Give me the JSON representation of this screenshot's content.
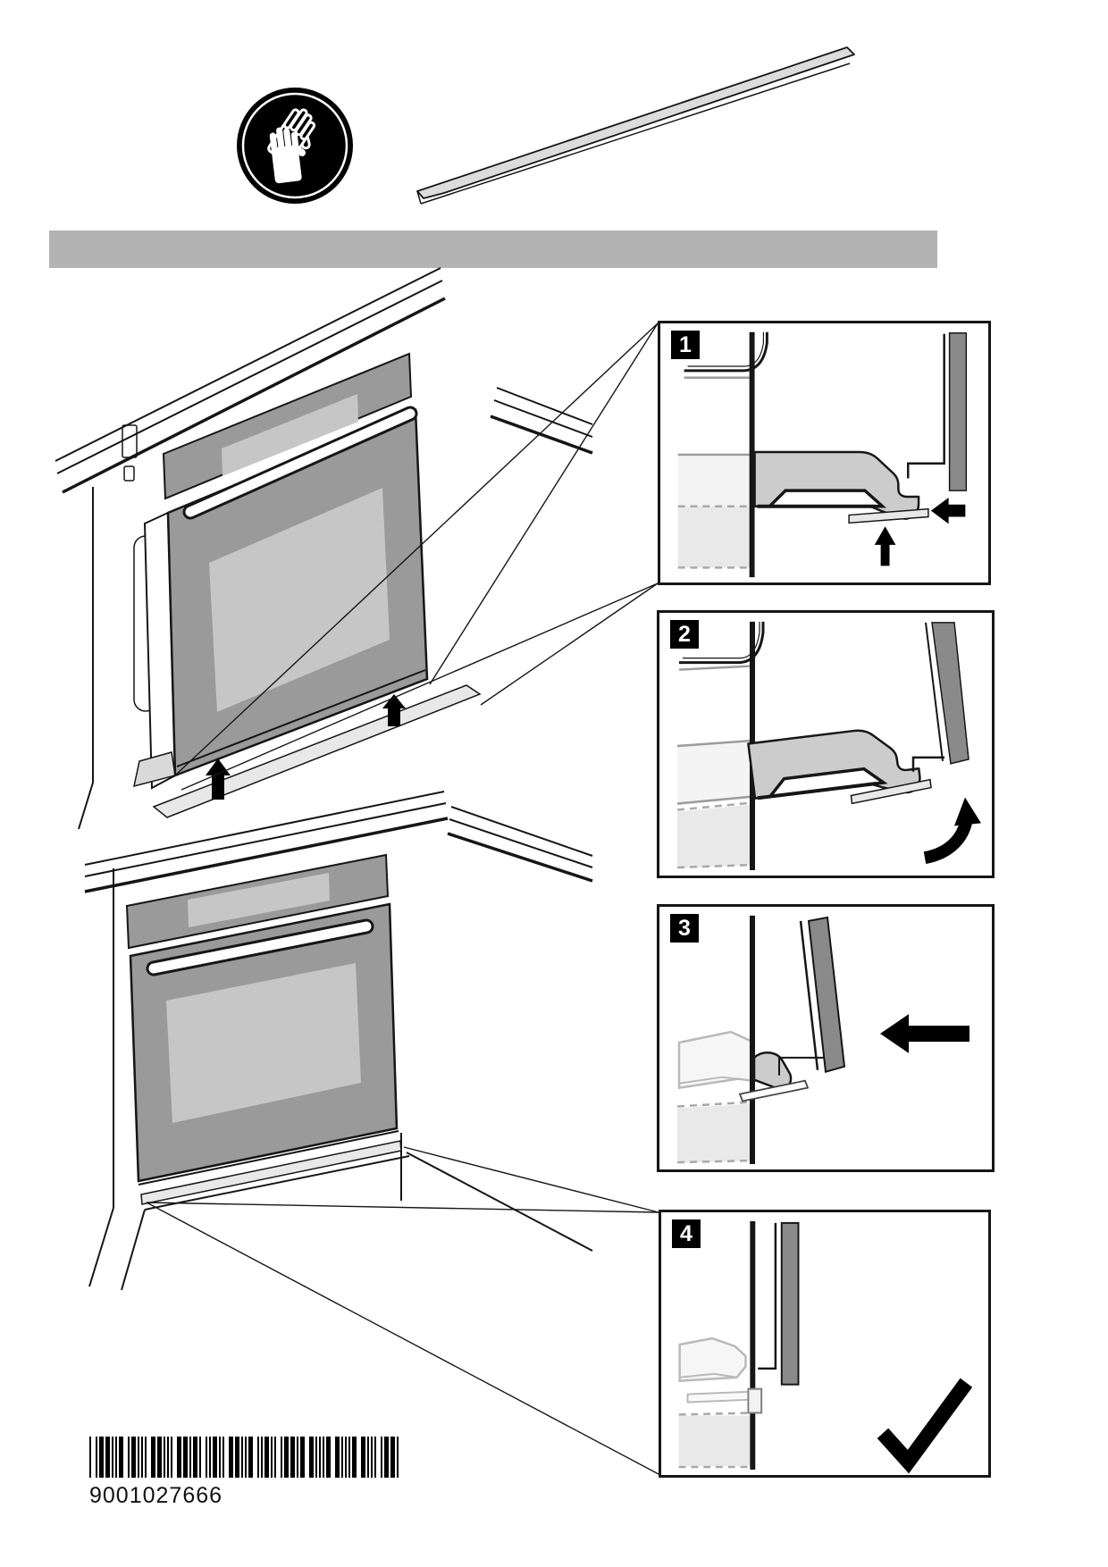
{
  "header": {
    "safety_icon": "wear-protective-gloves-icon",
    "part_icon": "trim-strip-illustration"
  },
  "steps": [
    {
      "number": "1",
      "icons": [
        "up-arrow-icon",
        "left-arrow-icon"
      ]
    },
    {
      "number": "2",
      "icons": [
        "rotate-arrow-icon"
      ]
    },
    {
      "number": "3",
      "icons": [
        "left-arrow-icon"
      ]
    },
    {
      "number": "4",
      "icons": [
        "checkmark-icon"
      ]
    }
  ],
  "illustrations": {
    "top_overview_icons": [
      "up-arrow-icon",
      "up-arrow-icon"
    ],
    "bottom_overview_icons": []
  },
  "footer": {
    "part_number": "9001027666"
  },
  "colors": {
    "line": "#161616",
    "oven": "#9a9a9a",
    "glass": "#c6c6c6",
    "door": "#8a8a8a",
    "foot": "#cccccc",
    "strip": "#e8e8e8",
    "divider": "#b3b3b3",
    "cab_light": "#f4f4f4",
    "cab_mid": "#e9e9e9",
    "soft_gray": "#9b9b9b",
    "dash_gray": "#a8a8a8",
    "faded_line": "#b9b9b9",
    "faded_fill": "#f6f6f6"
  }
}
